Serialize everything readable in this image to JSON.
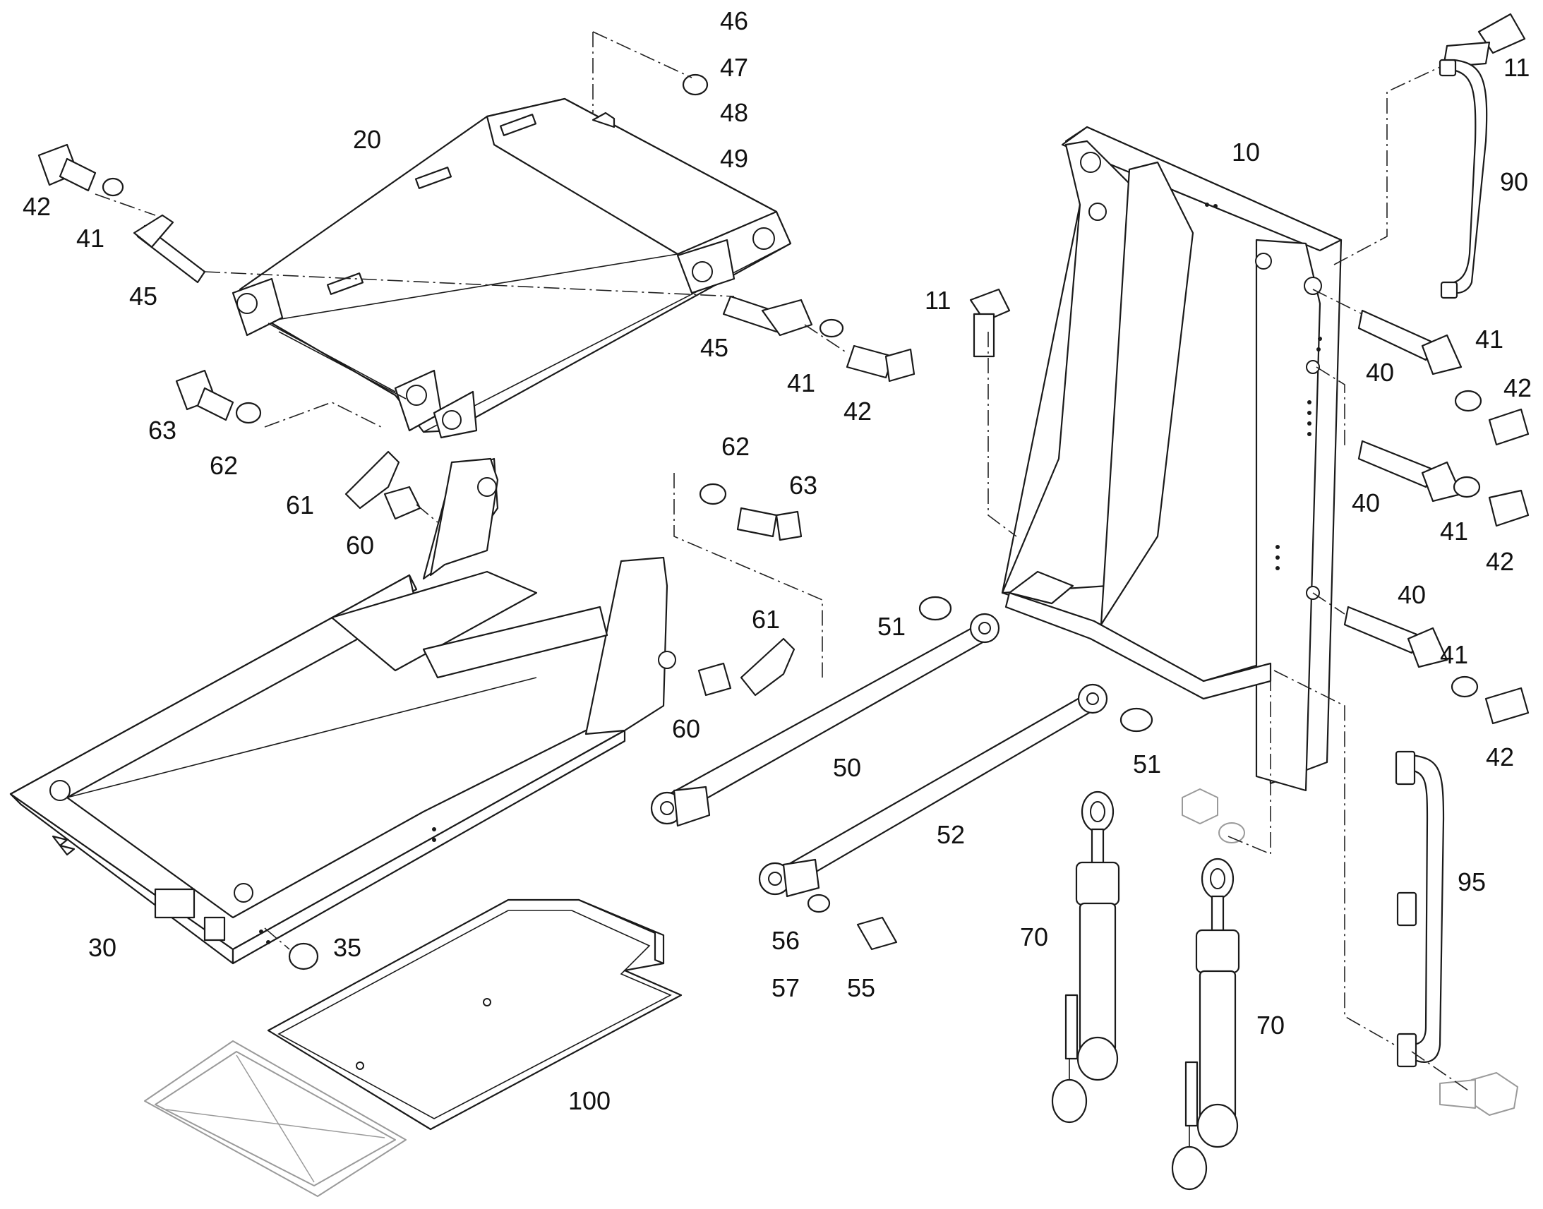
{
  "callouts": [
    {
      "id": "c46",
      "text": "46"
    },
    {
      "id": "c47",
      "text": "47"
    },
    {
      "id": "c48",
      "text": "48"
    },
    {
      "id": "c49",
      "text": "49"
    },
    {
      "id": "c20",
      "text": "20"
    },
    {
      "id": "c42a",
      "text": "42"
    },
    {
      "id": "c41a",
      "text": "41"
    },
    {
      "id": "c45a",
      "text": "45"
    },
    {
      "id": "c45b",
      "text": "45"
    },
    {
      "id": "c41b",
      "text": "41"
    },
    {
      "id": "c42b",
      "text": "42"
    },
    {
      "id": "c63a",
      "text": "63"
    },
    {
      "id": "c62a",
      "text": "62"
    },
    {
      "id": "c61a",
      "text": "61"
    },
    {
      "id": "c60a",
      "text": "60"
    },
    {
      "id": "c62b",
      "text": "62"
    },
    {
      "id": "c63b",
      "text": "63"
    },
    {
      "id": "c61b",
      "text": "61"
    },
    {
      "id": "c60b",
      "text": "60"
    },
    {
      "id": "c51a",
      "text": "51"
    },
    {
      "id": "c50",
      "text": "50"
    },
    {
      "id": "c51b",
      "text": "51"
    },
    {
      "id": "c52",
      "text": "52"
    },
    {
      "id": "c56",
      "text": "56"
    },
    {
      "id": "c57",
      "text": "57"
    },
    {
      "id": "c55",
      "text": "55"
    },
    {
      "id": "c30",
      "text": "30"
    },
    {
      "id": "c35",
      "text": "35"
    },
    {
      "id": "c100",
      "text": "100"
    },
    {
      "id": "c70a",
      "text": "70"
    },
    {
      "id": "c70b",
      "text": "70"
    },
    {
      "id": "c10",
      "text": "10"
    },
    {
      "id": "c11a",
      "text": "11"
    },
    {
      "id": "c11b",
      "text": "11"
    },
    {
      "id": "c90",
      "text": "90"
    },
    {
      "id": "c40a",
      "text": "40"
    },
    {
      "id": "c41c",
      "text": "41"
    },
    {
      "id": "c42c",
      "text": "42"
    },
    {
      "id": "c40b",
      "text": "40"
    },
    {
      "id": "c41d",
      "text": "41"
    },
    {
      "id": "c42d",
      "text": "42"
    },
    {
      "id": "c40c",
      "text": "40"
    },
    {
      "id": "c41e",
      "text": "41"
    },
    {
      "id": "c42e",
      "text": "42"
    },
    {
      "id": "c95",
      "text": "95"
    }
  ]
}
